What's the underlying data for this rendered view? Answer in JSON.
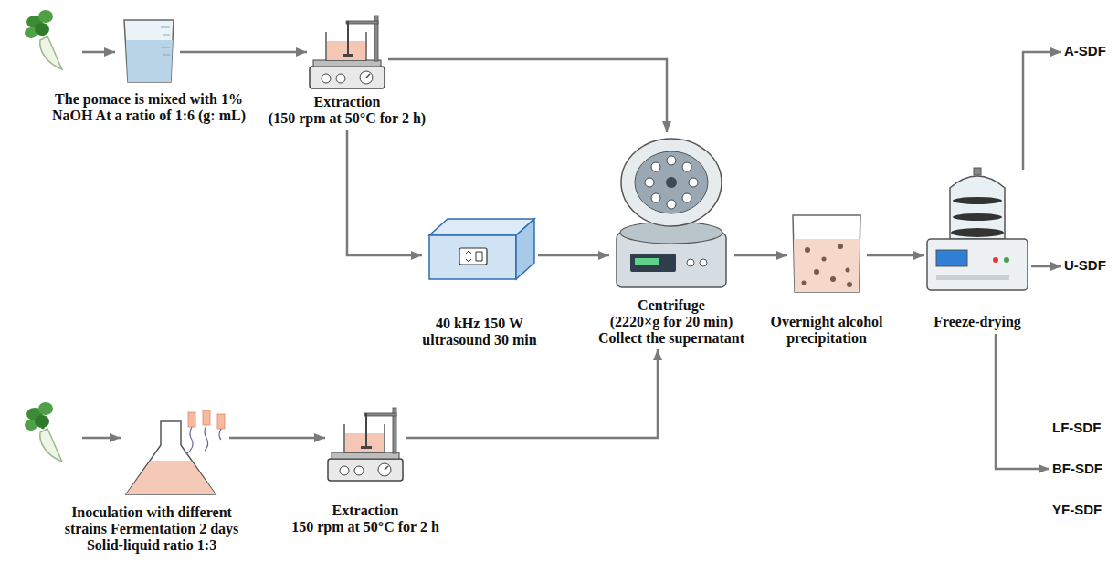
{
  "diagram": {
    "nodes": [
      {
        "text": [
          "The pomace is mixed with 1% NaOH At a ratio of 1:6 (g: mL)"
        ]
      },
      {
        "text": [
          "Extraction",
          "(150 rpm at 50°C for 2 h)"
        ]
      },
      {
        "text": [
          "A-SDF"
        ]
      },
      {
        "text": [
          "40 kHz 150 W ultrasound 30 min"
        ]
      },
      {
        "text": [
          "Centrifuge",
          "(2220×g for 20 min) Collect the supernatant"
        ]
      },
      {
        "text": [
          "Overnight alcohol precipitation"
        ]
      },
      {
        "text": [
          "Freeze-drying"
        ]
      },
      {
        "text": [
          "U-SDF"
        ]
      },
      {
        "text": [
          "Inoculation with different strains Fermentation 2 days Solid-liquid ratio 1:3"
        ]
      },
      {
        "text": [
          "Extraction",
          "150 rpm at 50°C for 2 h"
        ]
      },
      {
        "text": [
          "LF-SDF",
          "BF-SDF",
          "YF-SDF"
        ]
      }
    ],
    "edges": [
      {
        "from": 0,
        "to": 1,
        "arrow": "to"
      },
      {
        "from": 1,
        "to": 4,
        "arrow": "to"
      },
      {
        "from": 1,
        "to": 3,
        "arrow": "to"
      },
      {
        "from": 3,
        "to": 4,
        "arrow": "to"
      },
      {
        "from": 4,
        "to": 5,
        "arrow": "to"
      },
      {
        "from": 5,
        "to": 6,
        "arrow": "to"
      },
      {
        "from": 6,
        "to": 7,
        "arrow": "to"
      },
      {
        "from": 6,
        "to": 2,
        "arrow": "to"
      },
      {
        "from": 6,
        "to": 10,
        "arrow": "to"
      },
      {
        "from": 8,
        "to": 9,
        "arrow": "to"
      },
      {
        "from": 9,
        "to": 4,
        "arrow": "to"
      }
    ]
  }
}
